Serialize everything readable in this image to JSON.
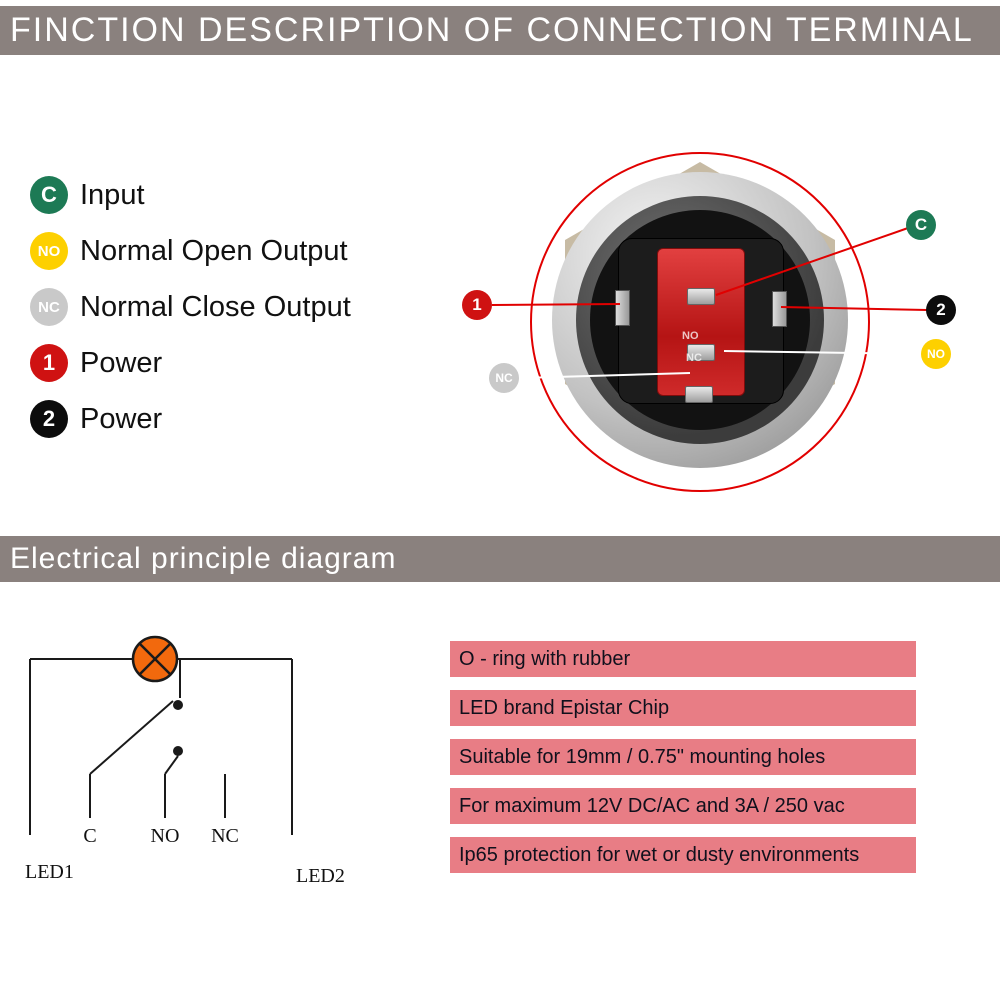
{
  "header": {
    "title": "FINCTION DESCRIPTION OF CONNECTION TERMINAL"
  },
  "legend": {
    "items": [
      {
        "badge": "C",
        "label": "Input",
        "color": "#1d7a55"
      },
      {
        "badge": "NO",
        "label": "Normal Open Output",
        "color": "#fdd000"
      },
      {
        "badge": "NC",
        "label": "Normal Close Output",
        "color": "#c9c9c9"
      },
      {
        "badge": "1",
        "label": "Power",
        "color": "#cf1212"
      },
      {
        "badge": "2",
        "label": "Power",
        "color": "#0c0c0c"
      }
    ]
  },
  "photo": {
    "callouts": [
      {
        "badge": "1",
        "color": "#cf1212"
      },
      {
        "badge": "C",
        "color": "#1d7a55"
      },
      {
        "badge": "2",
        "color": "#0c0c0c"
      },
      {
        "badge": "NO",
        "color": "#fdd000"
      },
      {
        "badge": "NC",
        "color": "#c9c9c9"
      }
    ],
    "markings": {
      "no": "NO",
      "nc": "NC"
    }
  },
  "section2": {
    "title": "Electrical principle diagram"
  },
  "circuit": {
    "labels": {
      "c": "C",
      "no": "NO",
      "nc": "NC",
      "led1": "LED1",
      "led2": "LED2"
    }
  },
  "features": {
    "items": [
      "O - ring with rubber",
      "LED brand Epistar Chip",
      "Suitable for 19mm / 0.75\" mounting holes",
      "For maximum 12V DC/AC and 3A / 250 vac",
      "Ip65 protection for wet or dusty environments"
    ],
    "row_color": "#e87d85"
  },
  "colors": {
    "banner": "#8a817e",
    "callout_line_red": "#e10000",
    "callout_line_white": "#ffffff",
    "lamp_orange": "#f2690d",
    "terminal_red": "#c41f1f"
  }
}
